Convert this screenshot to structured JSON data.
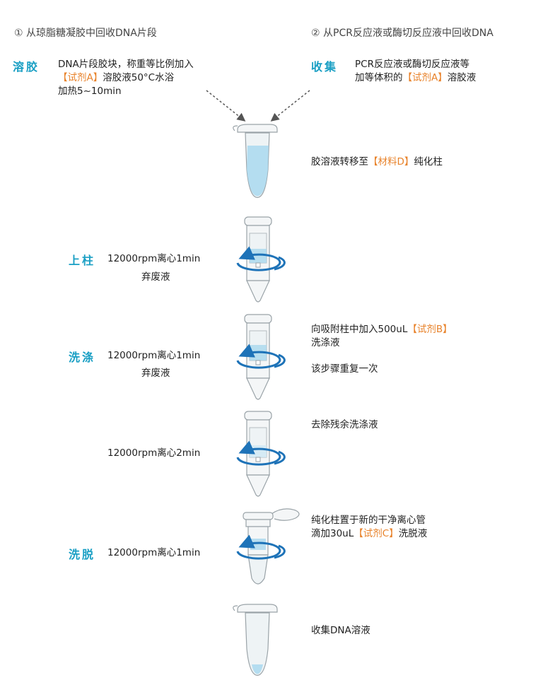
{
  "headers": {
    "left": "① 从琼脂糖凝胶中回收DNA片段",
    "right": "② 从PCR反应液或酶切反应液中回收DNA"
  },
  "top_left": {
    "label": "溶胶",
    "line1": "DNA片段胶块，称重等比例加入",
    "line2_reagent": "【试剂A】",
    "line2_rest": "溶胶液50°C水浴",
    "line3": "加热5~10min"
  },
  "top_right": {
    "label": "收集",
    "line1": "PCR反应液或酶切反应液等",
    "line2_pre": "加等体积的",
    "line2_reagent": "【试剂A】",
    "line2_rest": "溶胶液"
  },
  "step_transfer": {
    "pre": "胶溶液转移至",
    "material": "【材料D】",
    "post": "纯化柱"
  },
  "step_load": {
    "label": "上柱",
    "line1": "12000rpm离心1min",
    "line2": "弃废液"
  },
  "step_wash": {
    "label": "洗涤",
    "line1": "12000rpm离心1min",
    "line2": "弃废液",
    "right_line1_pre": "向吸附柱中加入500uL",
    "right_line1_reagent": "【试剂B】",
    "right_line2": "洗涤液",
    "right_line3": "该步骤重复一次"
  },
  "step_dry": {
    "line1": "12000rpm离心2min",
    "right_line1": "去除残余洗涤液"
  },
  "step_elute": {
    "label": "洗脱",
    "line1": "12000rpm离心1min",
    "right_line1": "纯化柱置于新的干净离心管",
    "right_line2_pre": "滴加30uL",
    "right_line2_reagent": "【试剂C】",
    "right_line2_post": "洗脱液"
  },
  "step_collect": {
    "right_line1": "收集DNA溶液"
  },
  "colors": {
    "step_label": "#1a9fc4",
    "reagent": "#e8822a",
    "arrow": "#1e73b8",
    "tube_outline": "#9aa3a8",
    "liquid": "#a9d8ee"
  }
}
